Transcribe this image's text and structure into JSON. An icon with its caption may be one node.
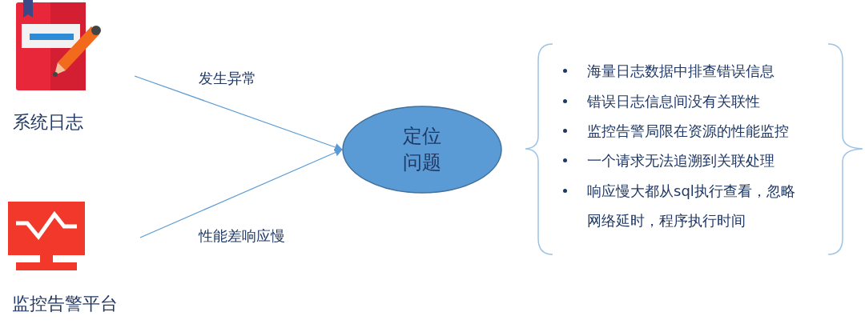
{
  "diagram": {
    "nodes": [
      {
        "text": [
          "系统日志"
        ]
      },
      {
        "text": [
          "监控告警平台"
        ]
      },
      {
        "text": [
          "定位问题"
        ]
      }
    ],
    "edges": [
      {
        "from": 0,
        "to": 2,
        "arrow": "to",
        "label": "发生异常"
      },
      {
        "from": 1,
        "to": 2,
        "arrow": "to",
        "label": "性能差响应慢"
      }
    ],
    "labels": [
      "海量日志数据中排查错误信息",
      "错误日志信息间没有关联性",
      "监控告警局限在资源的性能监控",
      "一个请求无法追溯到关联处理",
      "响应慢大都从sql执行查看，忽略网络延时，程序执行时间"
    ]
  }
}
